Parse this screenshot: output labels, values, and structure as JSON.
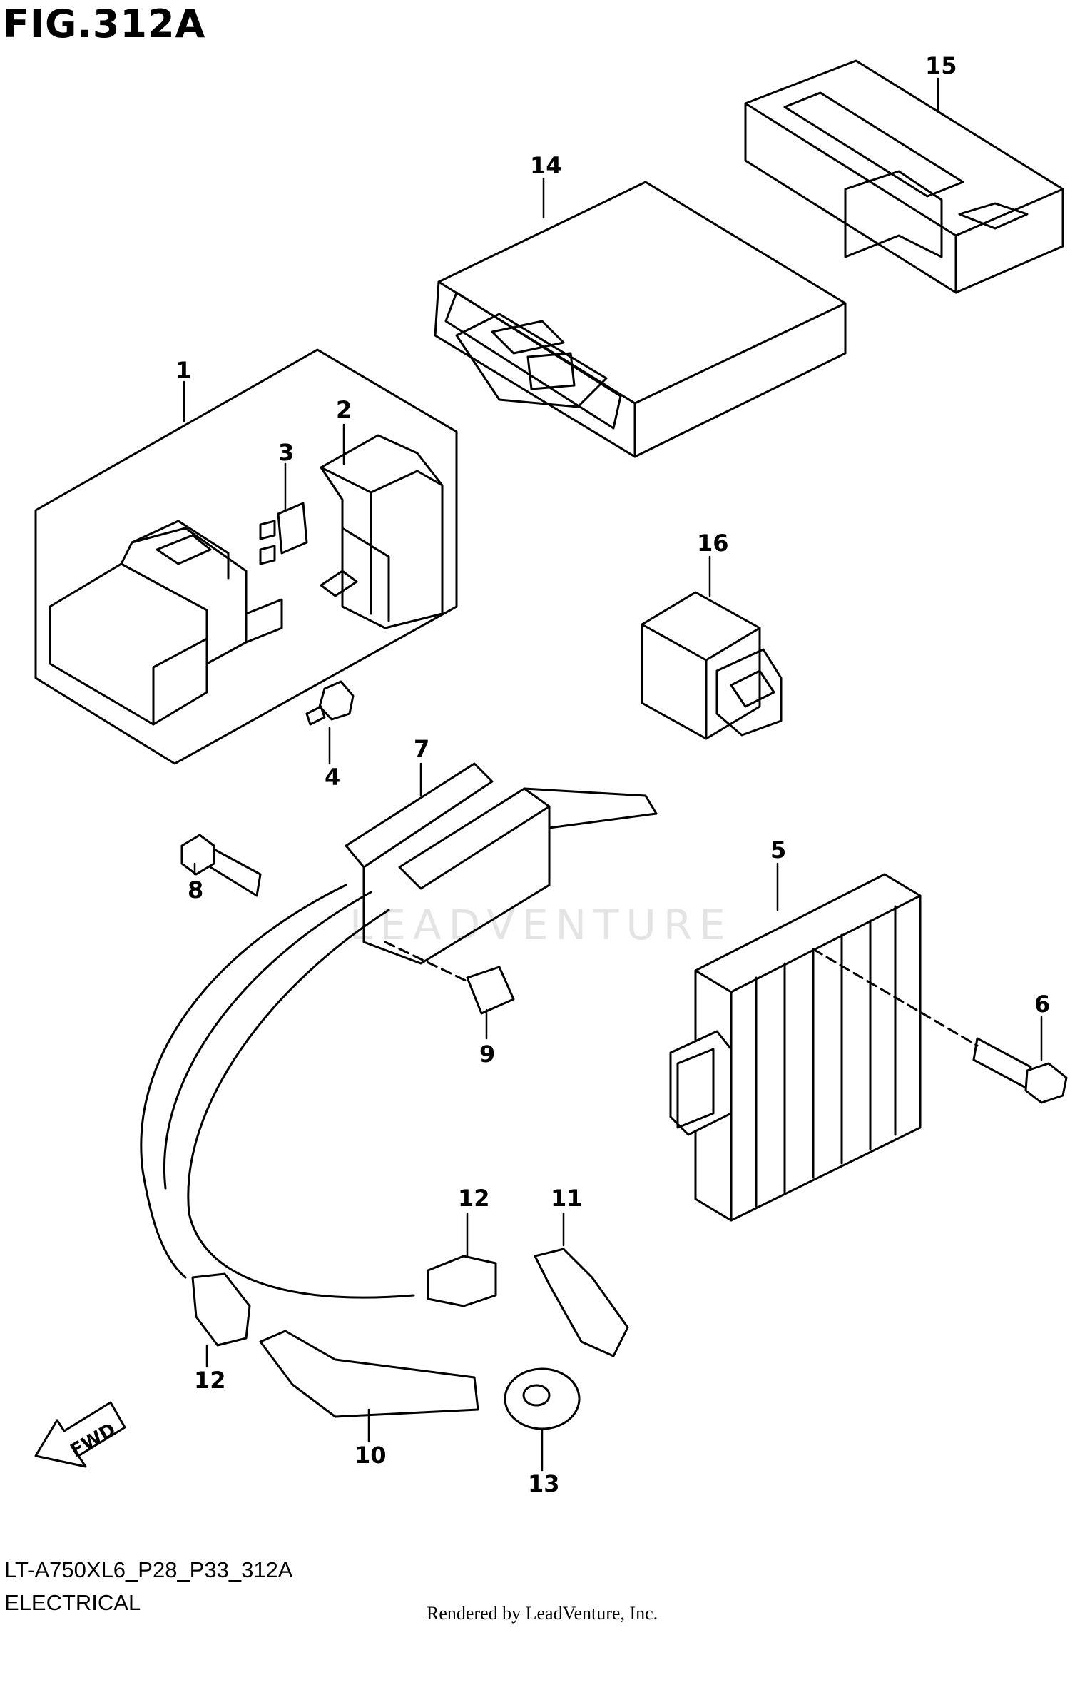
{
  "figure": {
    "title": "FIG.312A",
    "model_code": "LT-A750XL6_P28_P33_312A",
    "section_name": "ELECTRICAL",
    "credit": "Rendered by LeadVenture, Inc.",
    "watermark": "LEADVENTURE"
  },
  "callouts": [
    {
      "id": "1",
      "label": "1"
    },
    {
      "id": "2",
      "label": "2"
    },
    {
      "id": "3",
      "label": "3"
    },
    {
      "id": "4",
      "label": "4"
    },
    {
      "id": "5",
      "label": "5"
    },
    {
      "id": "6",
      "label": "6"
    },
    {
      "id": "7",
      "label": "7"
    },
    {
      "id": "8",
      "label": "8"
    },
    {
      "id": "9",
      "label": "9"
    },
    {
      "id": "10",
      "label": "10"
    },
    {
      "id": "11",
      "label": "11"
    },
    {
      "id": "12a",
      "label": "12"
    },
    {
      "id": "12b",
      "label": "12"
    },
    {
      "id": "13",
      "label": "13"
    },
    {
      "id": "14",
      "label": "14"
    },
    {
      "id": "15",
      "label": "15"
    },
    {
      "id": "16",
      "label": "16"
    }
  ],
  "fwd_label": "FWD",
  "colors": {
    "line": "#000000",
    "watermark": "#cfcfcf"
  }
}
